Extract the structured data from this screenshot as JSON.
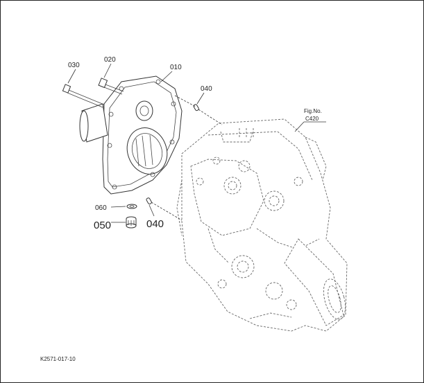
{
  "diagram": {
    "callouts": {
      "c030": "030",
      "c020": "020",
      "c010": "010",
      "c040_top": "040",
      "c060": "060",
      "c050": "050",
      "c040_bottom": "040"
    },
    "fig_reference": {
      "label": "Fig.No.",
      "number": "C420"
    },
    "drawing_code": "K2571-017-10"
  }
}
